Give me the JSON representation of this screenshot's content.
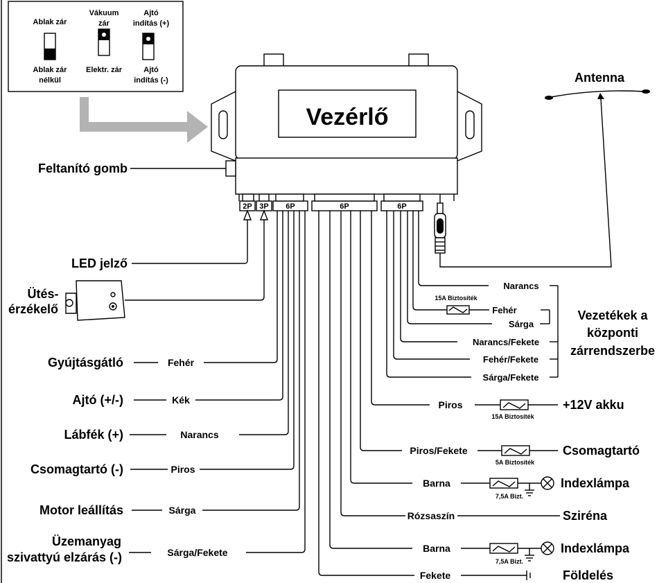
{
  "controller": {
    "title": "Vezérlő"
  },
  "switch_panel": {
    "top": [
      "Ablak zár",
      "Vákuum",
      "zár",
      "Ajtó",
      "indítás (+)"
    ],
    "bottom": [
      "Ablak zár",
      "nélkül",
      "Elektr. zár",
      "Ajtó",
      "indítás (-)"
    ]
  },
  "connectors": [
    "2P",
    "3P",
    "6P",
    "6P",
    "6P"
  ],
  "antenna": {
    "label": "Antenna"
  },
  "left_labels": {
    "program_button": "Feltanító gomb",
    "led": "LED jelző",
    "shock_sensor": [
      "Ütés-",
      "érzékelő"
    ],
    "immobilizer": "Gyújtásgátló",
    "door": "Ajtó (+/-)",
    "brake": "Lábfék (+)",
    "trunk": "Csomagtartó (-)",
    "engine_stop": "Motor leállítás",
    "fuel_pump": [
      "Üzemanyag",
      "szivattyú elzárás (-)"
    ]
  },
  "left_wires": [
    "Fehér",
    "Kék",
    "Narancs",
    "Piros",
    "Sárga",
    "Sárga/Fekete"
  ],
  "central_lock": {
    "heading": [
      "Vezetékek a",
      "központi",
      "zárrendszerbe"
    ],
    "fuse": "15A Biztosíték",
    "wires": [
      "Narancs",
      "Fehér",
      "Sárga",
      "Narancs/Fekete",
      "Fehér/Fekete",
      "Sárga/Fekete"
    ]
  },
  "right_wires": [
    {
      "wire": "Piros",
      "fuse": "15A Biztosíték",
      "target": "+12V akku"
    },
    {
      "wire": "Piros/Fekete",
      "fuse": "5A Biztosíték",
      "target": "Csomagtartó"
    },
    {
      "wire": "Barna",
      "fuse": "7,5A Bizt.",
      "target": "Indexlámpa"
    },
    {
      "wire": "Rózsaszín",
      "target": "Sziréna"
    },
    {
      "wire": "Barna",
      "fuse": "7,5A Bizt.",
      "target": "Indexlámpa"
    },
    {
      "wire": "Fekete",
      "target": "Földelés"
    }
  ]
}
